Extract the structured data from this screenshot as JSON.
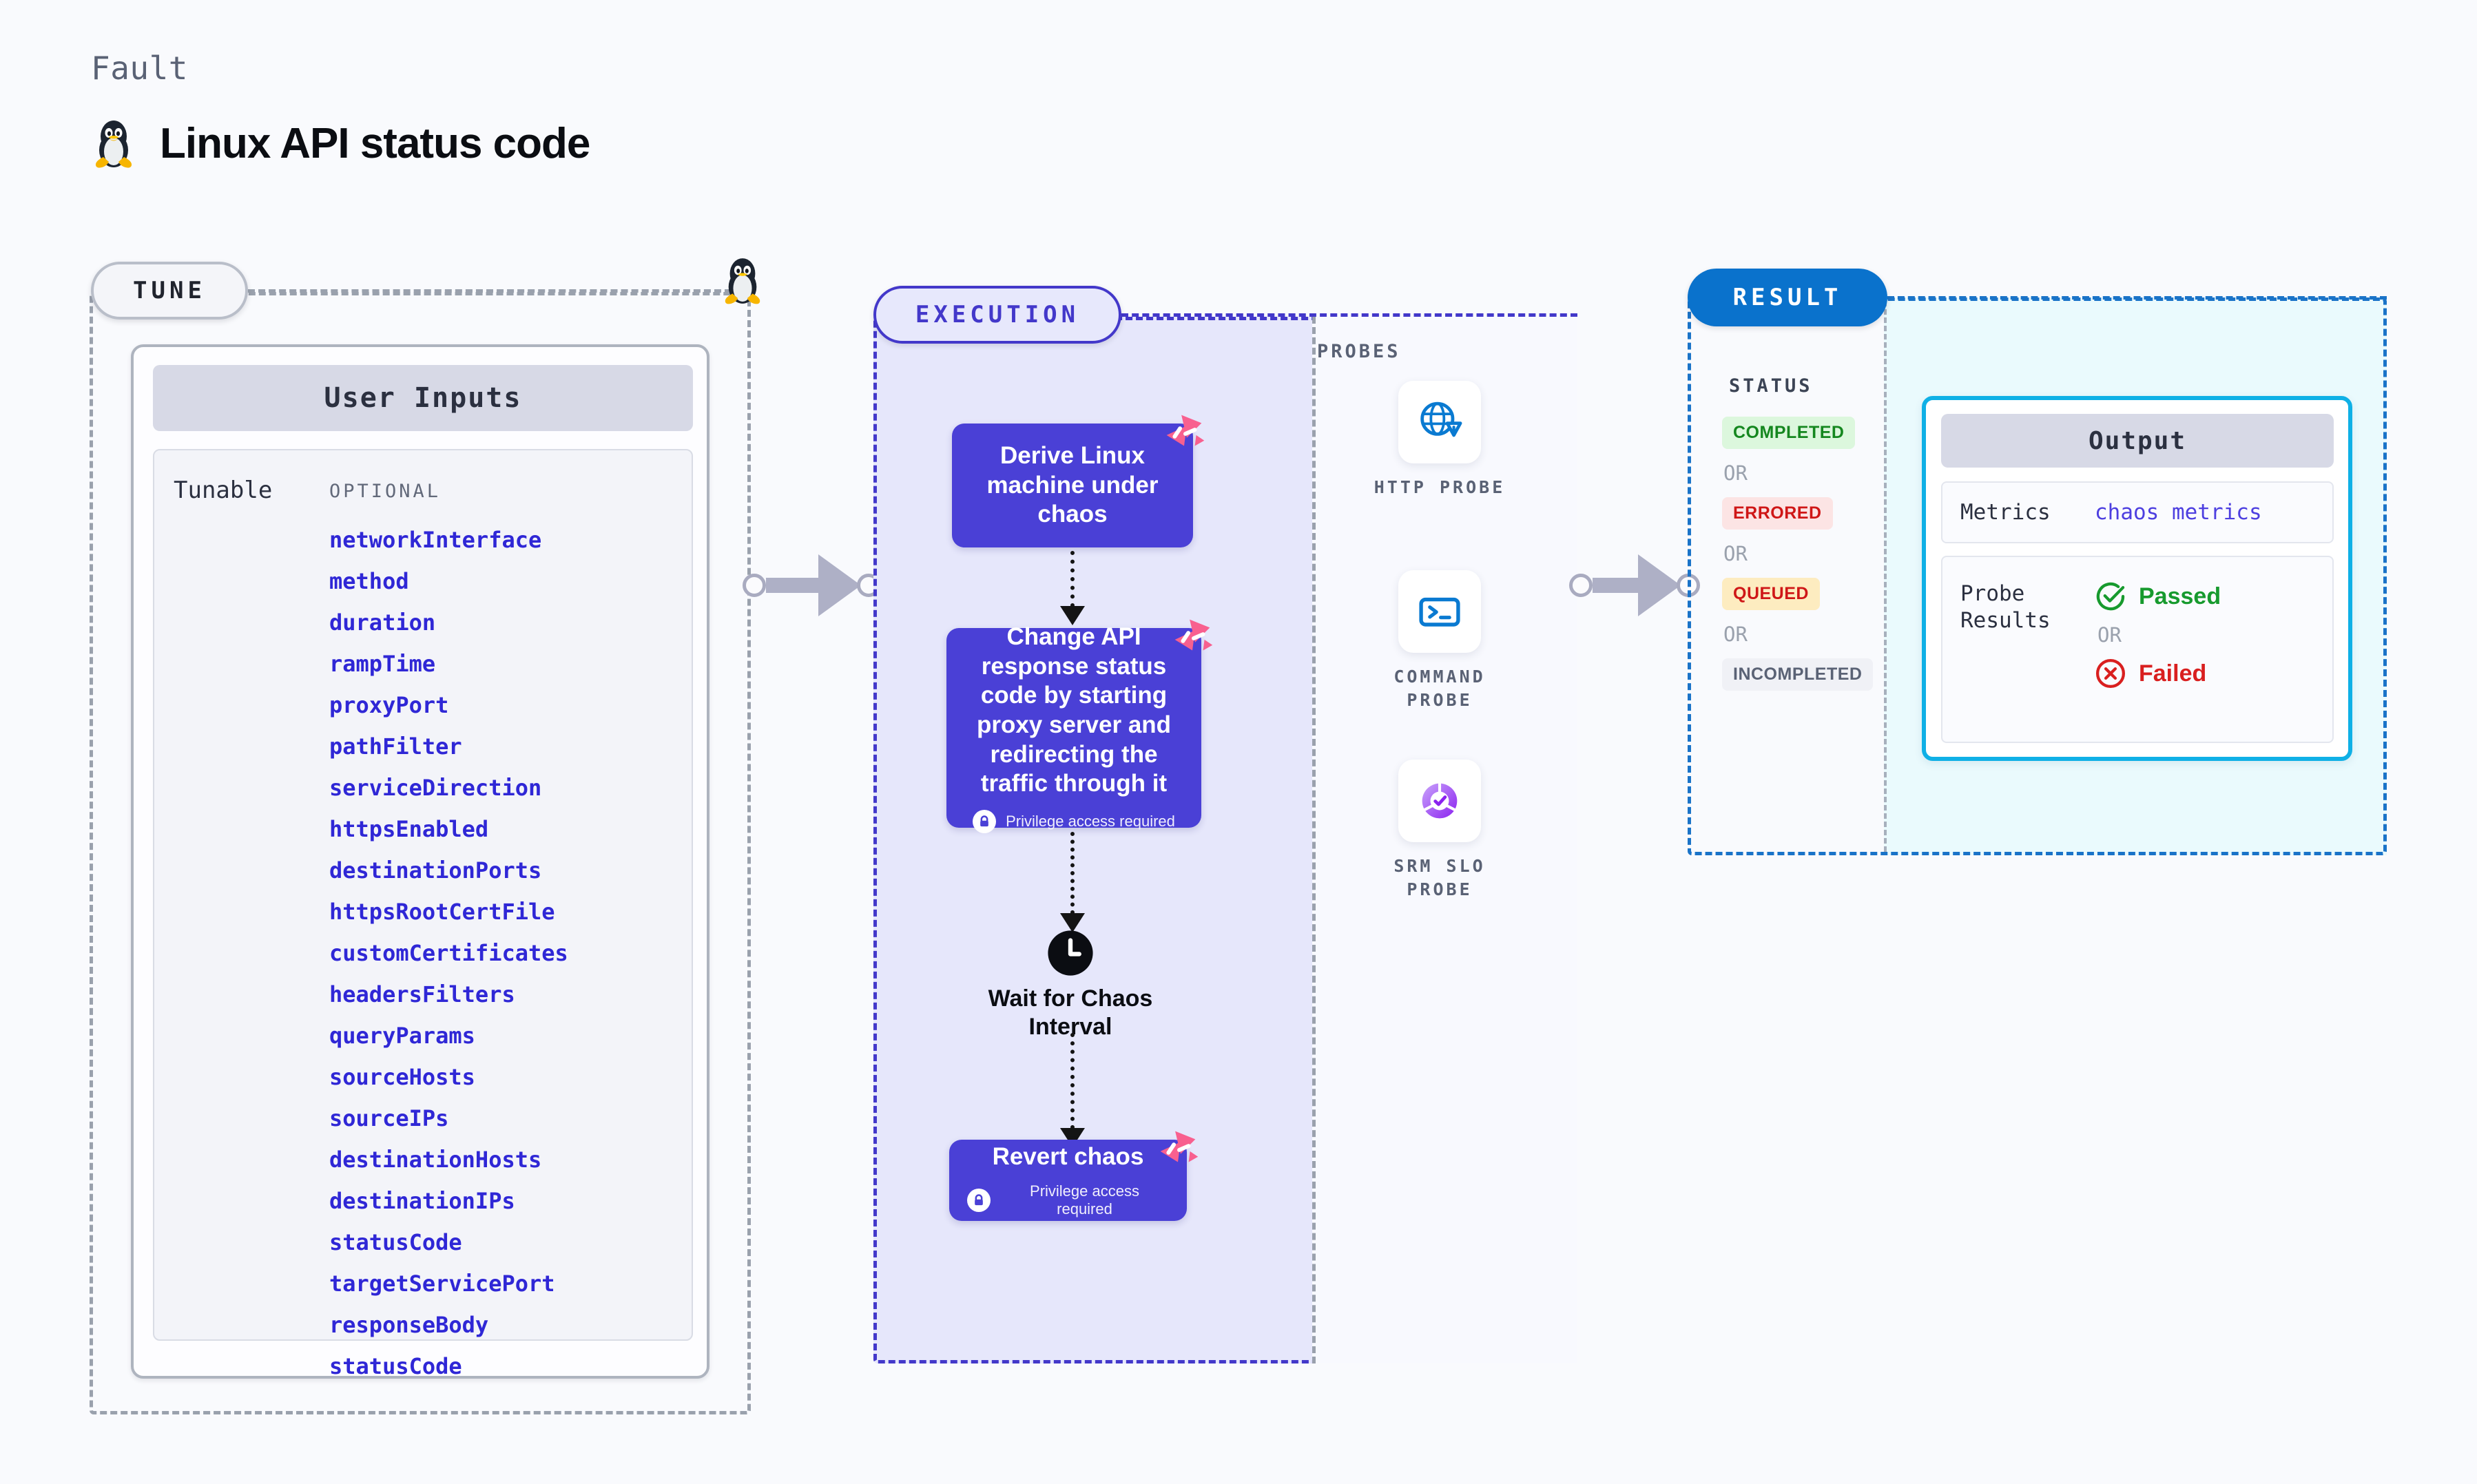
{
  "header": {
    "eyebrow": "Fault",
    "title": "Linux API status code",
    "icon": "linux-penguin-icon"
  },
  "tune": {
    "chip_label": "TUNE",
    "card_header": "User Inputs",
    "group_label": "Tunable",
    "column_label": "OPTIONAL",
    "items": [
      "networkInterface",
      "method",
      "duration",
      "rampTime",
      "proxyPort",
      "pathFilter",
      "serviceDirection",
      "httpsEnabled",
      "destinationPorts",
      "httpsRootCertFile",
      "customCertificates",
      "headersFilters",
      "queryParams",
      "sourceHosts",
      "sourceIPs",
      "destinationHosts",
      "destinationIPs",
      "statusCode",
      "targetServicePort",
      "responseBody",
      "statusCode"
    ]
  },
  "execution": {
    "chip_label": "EXECUTION",
    "privilege_note": "Privilege access required",
    "nodes": [
      {
        "title": "Derive Linux machine under chaos",
        "privileged": false,
        "badge": "litmus-badge-icon"
      },
      {
        "title": "Change API response status code by starting proxy server and redirecting the traffic through it",
        "privileged": true,
        "badge": "litmus-badge-icon"
      },
      {
        "title": "Revert chaos",
        "privileged": true,
        "badge": "litmus-badge-icon"
      }
    ],
    "wait_step": {
      "label": "Wait for Chaos Interval",
      "icon": "clock-icon"
    }
  },
  "probes": {
    "title": "PROBES",
    "items": [
      {
        "label": "HTTP PROBE",
        "icon": "globe-warning-icon"
      },
      {
        "label": "COMMAND PROBE",
        "icon": "terminal-icon"
      },
      {
        "label": "SRM SLO PROBE",
        "icon": "slo-gauge-icon"
      }
    ]
  },
  "result": {
    "chip_label": "RESULT",
    "status_title": "STATUS",
    "or_label": "OR",
    "statuses": [
      {
        "label": "COMPLETED",
        "color": "#15871f",
        "bg": "#dcf7dd"
      },
      {
        "label": "ERRORED",
        "color": "#cf1717",
        "bg": "#fce4e4"
      },
      {
        "label": "QUEUED",
        "color": "#cf1717",
        "bg": "#fdecc0"
      },
      {
        "label": "INCOMPLETED",
        "color": "#5a6275",
        "bg": "#f0f1f6"
      }
    ],
    "output": {
      "header": "Output",
      "metrics_key": "Metrics",
      "metrics_value": "chaos metrics",
      "probe_results_key": "Probe Results",
      "passed_label": "Passed",
      "failed_label": "Failed",
      "or_label": "OR"
    }
  },
  "colors": {
    "page_bg": "#f9fafd",
    "node_purple": "#4a40d6",
    "exec_panel_bg": "#e6e7fb",
    "result_accent": "#0a72cc",
    "output_border": "#0fb0e6",
    "badge_pink": "#f8608f",
    "tunable_blue": "#2f27d6"
  }
}
